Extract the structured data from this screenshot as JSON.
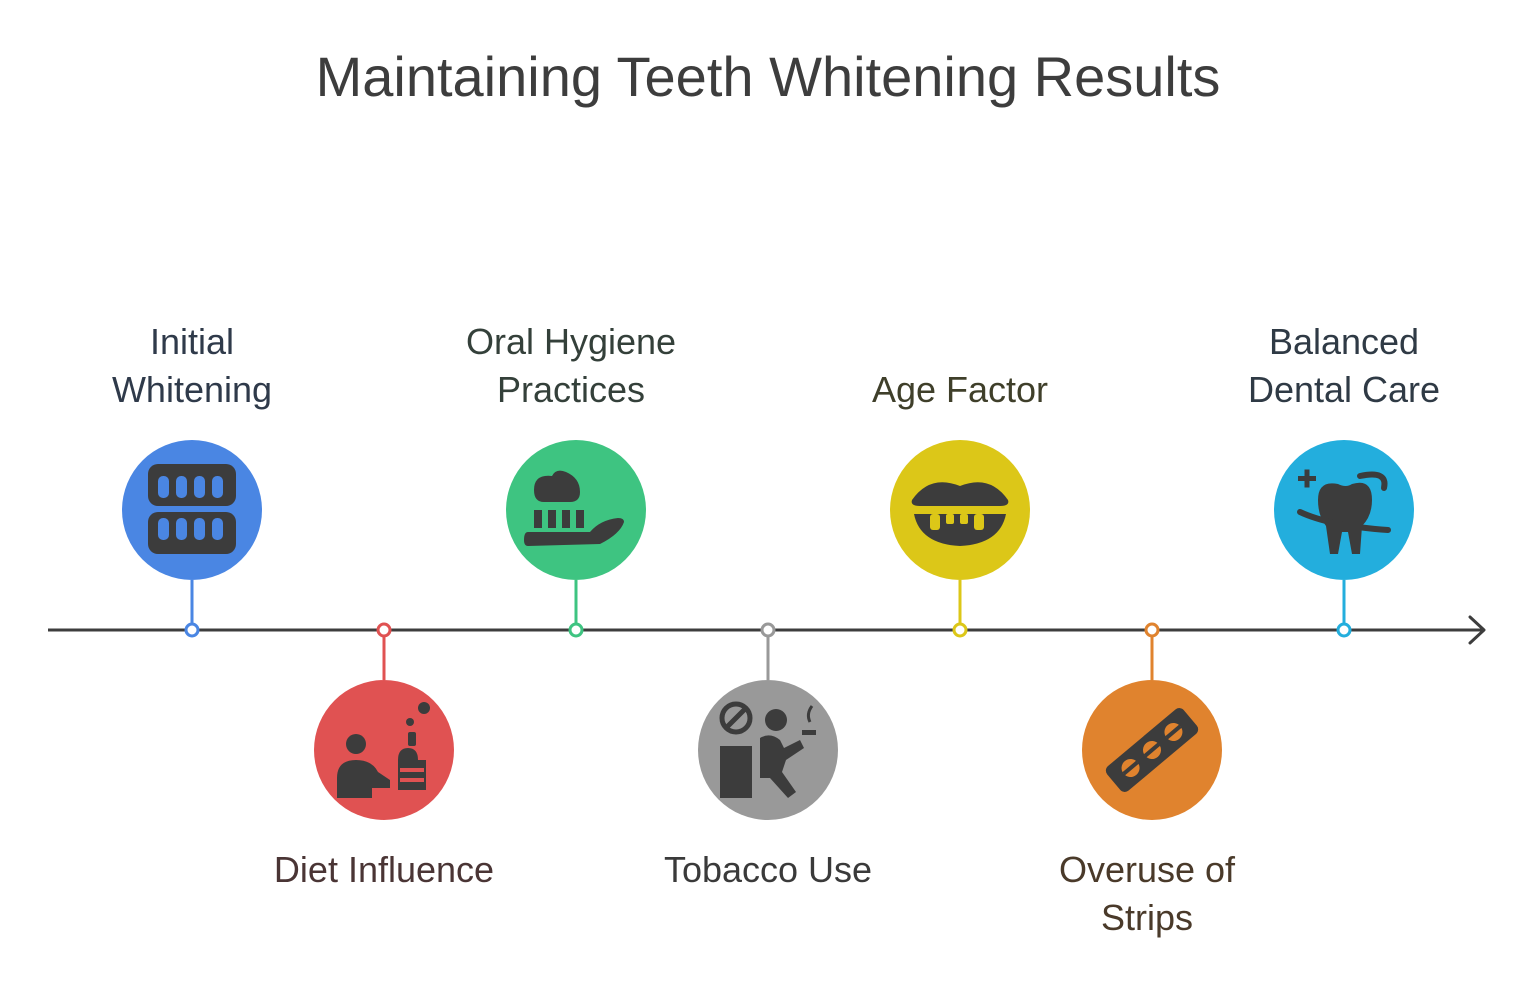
{
  "title": "Maintaining Teeth Whitening Results",
  "colors": {
    "axis": "#3d3d3d",
    "icon": "#3c3c3c",
    "blue": "#4a86e3",
    "red": "#e05252",
    "green": "#3ec481",
    "gray": "#999999",
    "yellow": "#dcc718",
    "orange": "#e0832e",
    "cyan": "#23aedd"
  },
  "events": [
    {
      "label_line1": "Initial",
      "label_line2": "Whitening",
      "icon": "teeth-icon",
      "color": "#4a86e3",
      "text_color": "#2f3a4a"
    },
    {
      "label_line1": "Diet Influence",
      "label_line2": "",
      "icon": "diner-bottle-icon",
      "color": "#e05252",
      "text_color": "#4a3535"
    },
    {
      "label_line1": "Oral Hygiene",
      "label_line2": "Practices",
      "icon": "toothbrush-icon",
      "color": "#3ec481",
      "text_color": "#34403a"
    },
    {
      "label_line1": "Tobacco Use",
      "label_line2": "",
      "icon": "smoking-person-icon",
      "color": "#999999",
      "text_color": "#3a3a3a"
    },
    {
      "label_line1": "Age Factor",
      "label_line2": "",
      "icon": "mouth-teeth-icon",
      "color": "#dcc718",
      "text_color": "#3f3f2a"
    },
    {
      "label_line1": "Overuse of",
      "label_line2": "Strips",
      "icon": "whitening-strip-icon",
      "color": "#e0832e",
      "text_color": "#4a3a2a"
    },
    {
      "label_line1": "Balanced",
      "label_line2": "Dental Care",
      "icon": "healthy-tooth-icon",
      "color": "#23aedd",
      "text_color": "#2f3a45"
    }
  ]
}
